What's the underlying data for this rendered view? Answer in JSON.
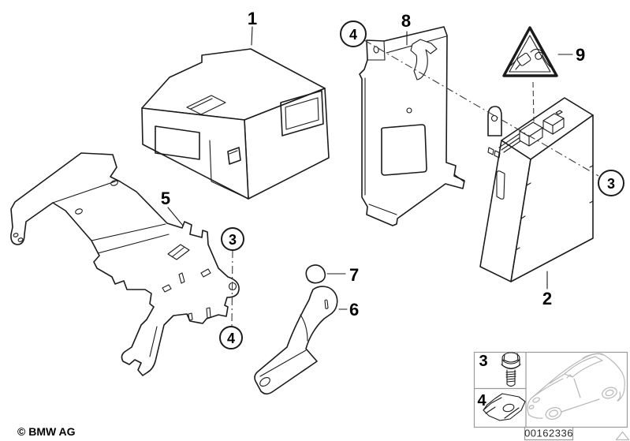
{
  "diagram": {
    "type": "exploded-parts-diagram",
    "copyright": "© BMW AG",
    "image_number": "00162336",
    "part_labels": {
      "p1": "1",
      "p2": "2",
      "p5": "5",
      "p6": "6",
      "p7": "7",
      "p8": "8",
      "p9": "9"
    },
    "callouts": {
      "top_4": "4",
      "right_3": "3",
      "mid_3": "3",
      "mid_4": "4"
    },
    "legend": {
      "rows": [
        {
          "label": "3",
          "icon": "hex-bolt-icon"
        },
        {
          "label": "4",
          "icon": "sheet-metal-clip-icon"
        }
      ],
      "vehicle_icon": "car-silhouette-icon"
    },
    "icons": {
      "part9": "power-plug-warning-triangle-icon",
      "corner": "corner-triangle-icon"
    },
    "colors": {
      "line": "#1b1b1b",
      "callout-line": "#3a3a3a",
      "muted": "#b8b8b8",
      "table-border": "#9b9b9b",
      "text": "#000000",
      "plate-text": "#2a2a2a",
      "bg": "#ffffff"
    }
  }
}
